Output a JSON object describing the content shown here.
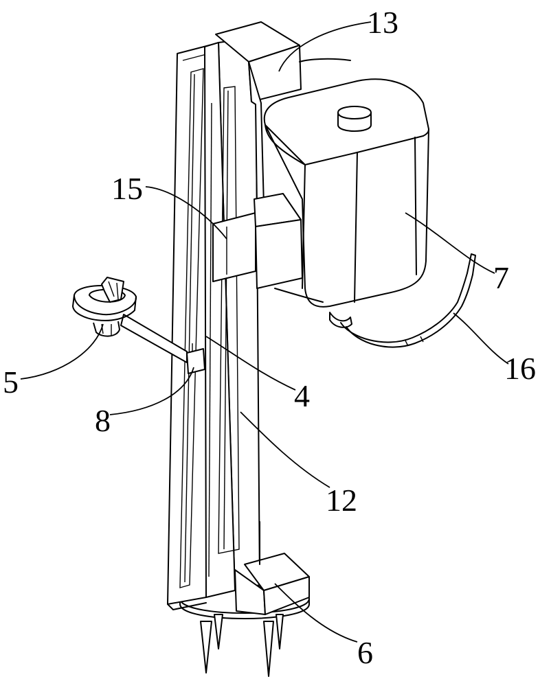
{
  "labels": {
    "l13": "13",
    "l15": "15",
    "l7": "7",
    "l5": "5",
    "l4": "4",
    "l16": "16",
    "l8": "8",
    "l12": "12",
    "l6": "6"
  }
}
